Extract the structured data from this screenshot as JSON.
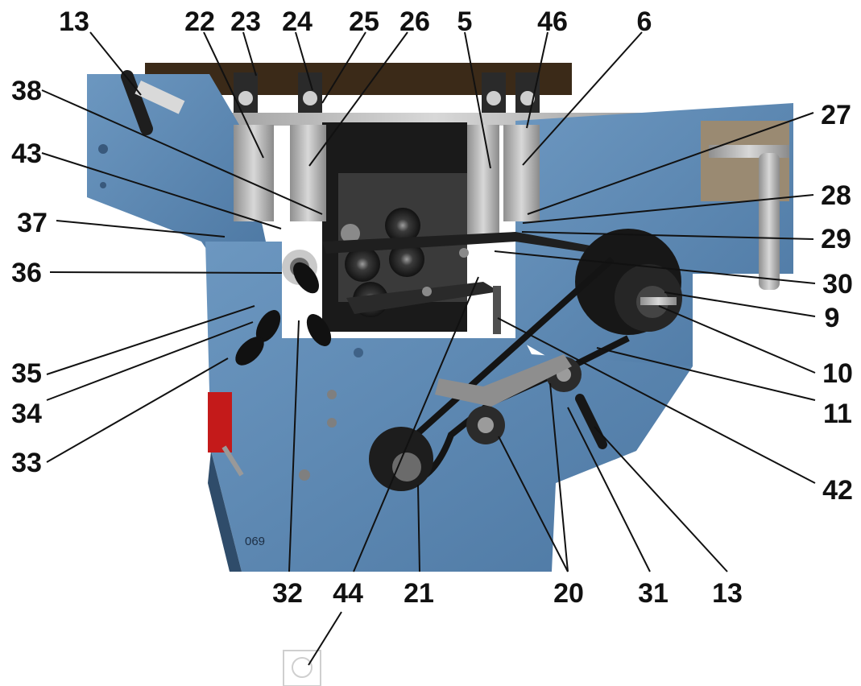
{
  "figure": {
    "plate_number": "069",
    "callouts": [
      "13",
      "22",
      "23",
      "24",
      "25",
      "26",
      "5",
      "46",
      "6",
      "38",
      "27",
      "43",
      "28",
      "37",
      "29",
      "36",
      "30",
      "9",
      "35",
      "10",
      "34",
      "11",
      "33",
      "42",
      "32",
      "44",
      "21",
      "20",
      "31",
      "13"
    ]
  },
  "colors": {
    "machine_blue": "#5b86b0",
    "frame_shadow": "#3f6a96",
    "steel": "#a9a9a9",
    "dark_steel": "#5a5a5a",
    "roller_black": "#1b1b1b",
    "belt": "#141414",
    "red_part": "#c41a1a",
    "label_ink": "#111111"
  }
}
